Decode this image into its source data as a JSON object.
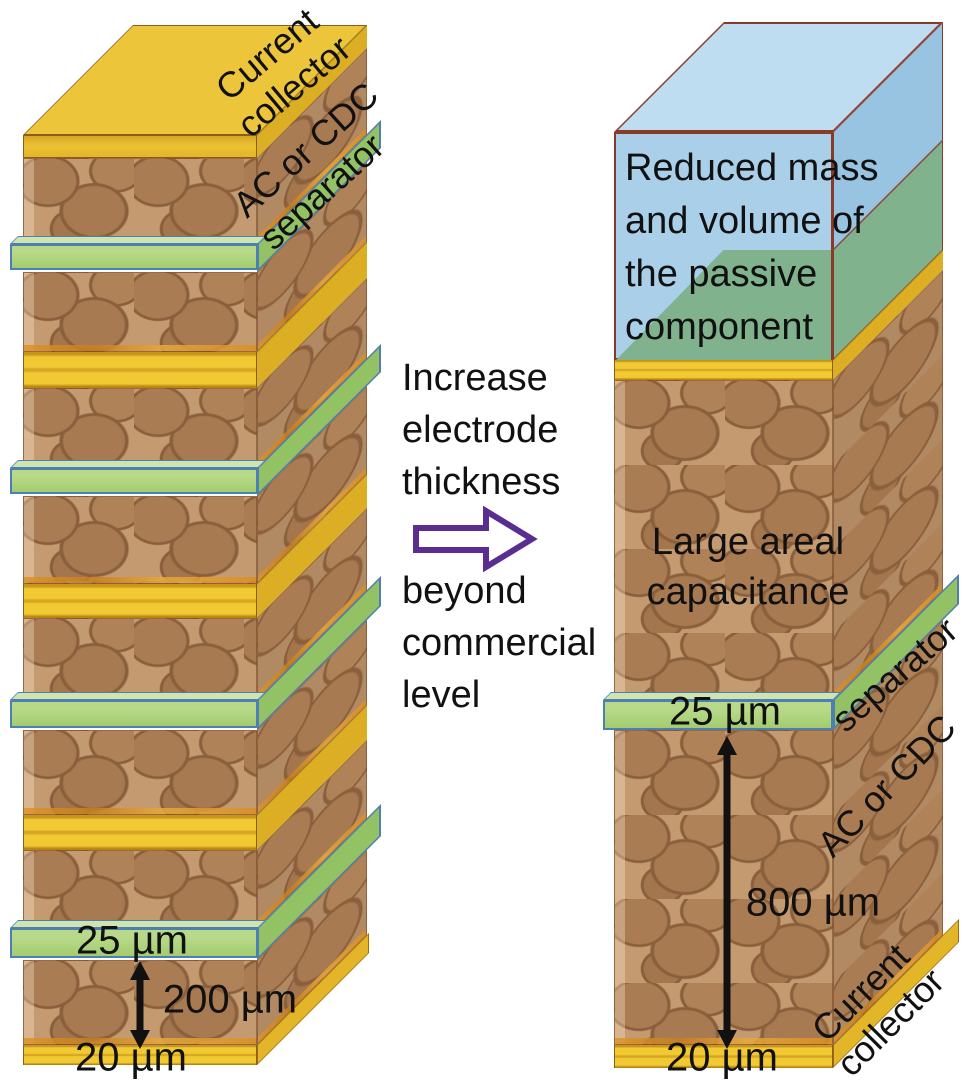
{
  "palette": {
    "collector_yellow": "#f1c933",
    "collector_yellow_side": "#dcae24",
    "electrode_brown": "#c49a70",
    "electrode_brown_side": "#b18a63",
    "separator_green": "#a3cc6e",
    "separator_green_side": "#93c264",
    "separator_edge_blue": "#4d7fb2",
    "passive_blue": "#aacfe9",
    "passive_blue_top": "#bfddf1",
    "passive_blue_side": "#98c4e1",
    "passive_green_overlay": "#7fb28d",
    "box_outline": "#8a3a28",
    "arrow_purple": "#5a2d91",
    "text_black": "#111111"
  },
  "left_stack": {
    "layer_labels": {
      "current_collector": "Current\ncollector",
      "electrode": "AC or CDC",
      "separator": "separator"
    },
    "dims": {
      "separator_thickness": "25 µm",
      "electrode_thickness": "200 µm",
      "collector_thickness": "20 µm"
    }
  },
  "transition": {
    "line1": "Increase\nelectrode\nthickness",
    "line2": "beyond\ncommercial\nlevel",
    "arrow_icon": "right-arrow"
  },
  "right_stack": {
    "passive_box_text": "Reduced mass\nand volume of\nthe passive\ncomponent",
    "electrode_text": "Large areal\ncapacitance",
    "layer_labels": {
      "separator": "separator",
      "electrode": "AC or CDC",
      "current_collector": "Current\ncollector"
    },
    "dims": {
      "separator_thickness": "25 µm",
      "electrode_thickness": "800 µm",
      "collector_thickness": "20 µm"
    }
  }
}
